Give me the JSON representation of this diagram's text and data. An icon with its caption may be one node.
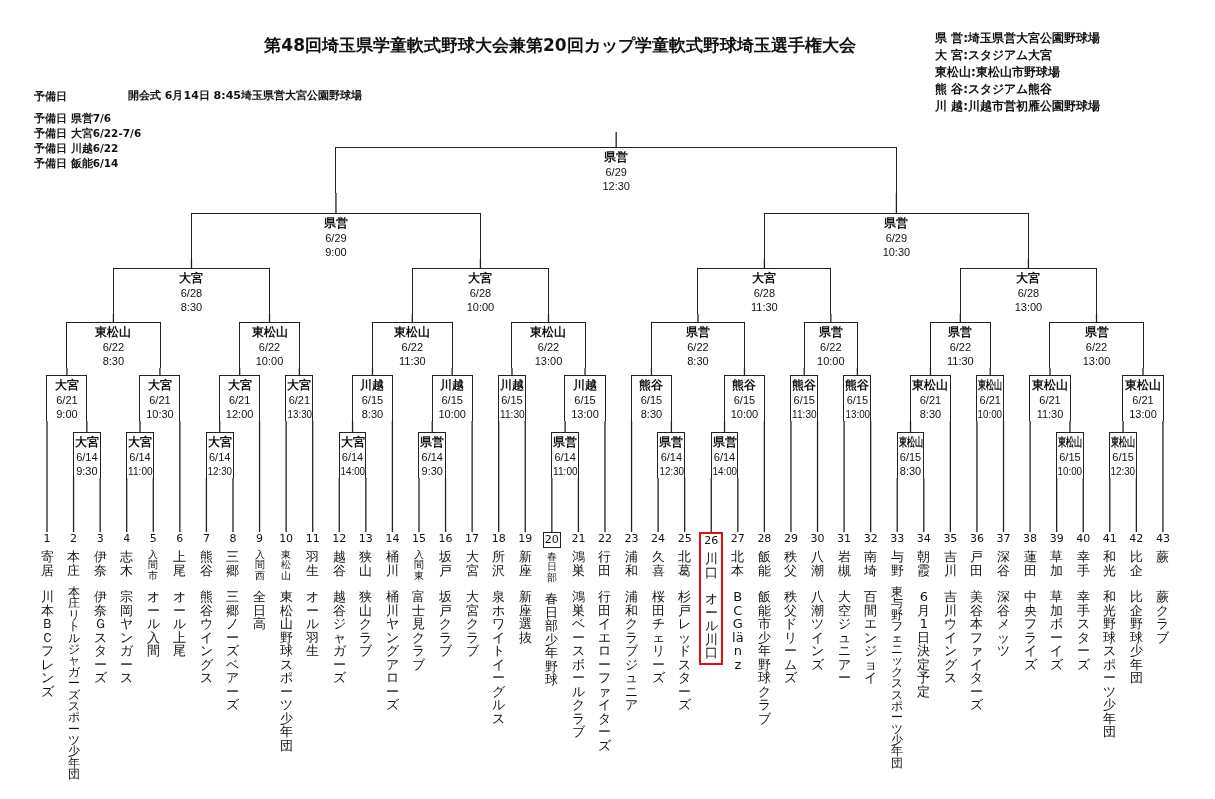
{
  "diagram": {
    "title": "第48回埼玉県学童軟式野球大会兼第20回カップ学童軟式野球埼玉選手権大会",
    "nodes": [
      {
        "text": [
          "県営",
          "6/29",
          "12:30"
        ]
      },
      {
        "text": [
          "県営",
          "6/29",
          "9:00"
        ]
      },
      {
        "text": [
          "県営",
          "6/29",
          "10:30"
        ]
      },
      {
        "text": [
          "大宮",
          "6/28",
          "8:30"
        ]
      },
      {
        "text": [
          "大宮",
          "6/28",
          "10:00"
        ]
      },
      {
        "text": [
          "大宮",
          "6/28",
          "11:30"
        ]
      },
      {
        "text": [
          "大宮",
          "6/28",
          "13:00"
        ]
      },
      {
        "text": [
          "東松山",
          "6/22",
          "8:30"
        ]
      },
      {
        "text": [
          "東松山",
          "6/22",
          "10:00"
        ]
      },
      {
        "text": [
          "東松山",
          "6/22",
          "11:30"
        ]
      },
      {
        "text": [
          "東松山",
          "6/22",
          "13:00"
        ]
      },
      {
        "text": [
          "県営",
          "6/22",
          "8:30"
        ]
      },
      {
        "text": [
          "県営",
          "6/22",
          "10:00"
        ]
      },
      {
        "text": [
          "県営",
          "6/22",
          "11:30"
        ]
      },
      {
        "text": [
          "県営",
          "6/22",
          "13:00"
        ]
      },
      {
        "text": [
          "大宮",
          "6/21",
          "9:00"
        ]
      },
      {
        "text": [
          "大宮",
          "6/21",
          "10:30"
        ]
      },
      {
        "text": [
          "大宮",
          "6/21",
          "12:00"
        ]
      },
      {
        "text": [
          "大宮",
          "6/21",
          "13:30"
        ]
      },
      {
        "text": [
          "川越",
          "6/15",
          "8:30"
        ]
      },
      {
        "text": [
          "川越",
          "6/15",
          "10:00"
        ]
      },
      {
        "text": [
          "川越",
          "6/15",
          "11:30"
        ]
      },
      {
        "text": [
          "川越",
          "6/15",
          "13:00"
        ]
      },
      {
        "text": [
          "熊谷",
          "6/15",
          "8:30"
        ]
      },
      {
        "text": [
          "熊谷",
          "6/15",
          "10:00"
        ]
      },
      {
        "text": [
          "熊谷",
          "6/15",
          "11:30"
        ]
      },
      {
        "text": [
          "熊谷",
          "6/15",
          "13:00"
        ]
      },
      {
        "text": [
          "東松山",
          "6/21",
          "8:30"
        ]
      },
      {
        "text": [
          "東松山",
          "6/21",
          "10:00"
        ]
      },
      {
        "text": [
          "東松山",
          "6/21",
          "11:30"
        ]
      },
      {
        "text": [
          "東松山",
          "6/21",
          "13:00"
        ]
      },
      {
        "text": [
          "大宮",
          "6/14",
          "9:30"
        ]
      },
      {
        "text": [
          "大宮",
          "6/14",
          "11:00"
        ]
      },
      {
        "text": [
          "大宮",
          "6/14",
          "12:30"
        ]
      },
      {
        "text": [
          "大宮",
          "6/14",
          "14:00"
        ]
      },
      {
        "text": [
          "県営",
          "6/14",
          "9:30"
        ]
      },
      {
        "text": [
          "県営",
          "6/14",
          "11:00"
        ]
      },
      {
        "text": [
          "県営",
          "6/14",
          "12:30"
        ]
      },
      {
        "text": [
          "県営",
          "6/14",
          "14:00"
        ]
      },
      {
        "text": [
          "東松山",
          "6/15",
          "8:30"
        ]
      },
      {
        "text": [
          "東松山",
          "6/15",
          "10:00"
        ]
      },
      {
        "text": [
          "東松山",
          "6/15",
          "12:30"
        ]
      },
      {
        "text": [
          "1",
          "寄居",
          "川本ＢＣフレンズ"
        ]
      },
      {
        "text": [
          "2",
          "本庄",
          "本庄リトルジャガーズスポーツ少年団"
        ]
      },
      {
        "text": [
          "3",
          "伊奈",
          "伊奈Ｇスターズ"
        ]
      },
      {
        "text": [
          "4",
          "志木",
          "宗岡ヤンガース"
        ]
      },
      {
        "text": [
          "5",
          "入間市",
          "オール入間"
        ]
      },
      {
        "text": [
          "6",
          "上尾",
          "オール上尾"
        ]
      },
      {
        "text": [
          "7",
          "熊谷",
          "熊谷ウイングス"
        ]
      },
      {
        "text": [
          "8",
          "三郷",
          "三郷ノーズベアーズ"
        ]
      },
      {
        "text": [
          "9",
          "入間西",
          "全日高"
        ]
      },
      {
        "text": [
          "10",
          "東松山",
          "東松山野球スポーツ少年団"
        ]
      },
      {
        "text": [
          "11",
          "羽生",
          "オール羽生"
        ]
      },
      {
        "text": [
          "12",
          "越谷",
          "越谷ジャガーズ"
        ]
      },
      {
        "text": [
          "13",
          "狭山",
          "狭山クラブ"
        ]
      },
      {
        "text": [
          "14",
          "桶川",
          "桶川ヤングアローズ"
        ]
      },
      {
        "text": [
          "15",
          "入間東",
          "富士見クラブ"
        ]
      },
      {
        "text": [
          "16",
          "坂戸",
          "坂戸クラブ"
        ]
      },
      {
        "text": [
          "17",
          "大宮",
          "大宮クラブ"
        ]
      },
      {
        "text": [
          "18",
          "所沢",
          "泉ホワイトイーグルス"
        ]
      },
      {
        "text": [
          "19",
          "新座",
          "新座選抜"
        ]
      },
      {
        "text": [
          "20",
          "春日部",
          "春日部少年野球"
        ]
      },
      {
        "text": [
          "21",
          "鴻巣",
          "鴻巣ベースボールクラブ"
        ]
      },
      {
        "text": [
          "22",
          "行田",
          "行田イエローファイターズ"
        ]
      },
      {
        "text": [
          "23",
          "浦和",
          "浦和クラブジュニア"
        ]
      },
      {
        "text": [
          "24",
          "久喜",
          "桜田チェリーズ"
        ]
      },
      {
        "text": [
          "25",
          "北葛",
          "杉戸レッドスターズ"
        ]
      },
      {
        "text": [
          "26",
          "川口",
          "オール川口"
        ]
      },
      {
        "text": [
          "27",
          "北本",
          "BC Glänz"
        ]
      },
      {
        "text": [
          "28",
          "飯能",
          "飯能市少年野球クラブ"
        ]
      },
      {
        "text": [
          "29",
          "秩父",
          "秩父ドリームズ"
        ]
      },
      {
        "text": [
          "30",
          "八潮",
          "八潮ツインズ"
        ]
      },
      {
        "text": [
          "31",
          "岩槻",
          "大空ジュニアー"
        ]
      },
      {
        "text": [
          "32",
          "南埼",
          "百間エンジョイ"
        ]
      },
      {
        "text": [
          "33",
          "与野",
          "東与野フェニックススポーツ少年団"
        ]
      },
      {
        "text": [
          "34",
          "朝霞",
          "6月1日決定予定"
        ]
      },
      {
        "text": [
          "35",
          "吉川",
          "吉川ウイングス"
        ]
      },
      {
        "text": [
          "36",
          "戸田",
          "美谷本ファイターズ"
        ]
      },
      {
        "text": [
          "37",
          "深谷",
          "深谷メッツ"
        ]
      },
      {
        "text": [
          "38",
          "蓮田",
          "中央フライズ"
        ]
      },
      {
        "text": [
          "39",
          "草加",
          "草加ボーイズ"
        ]
      },
      {
        "text": [
          "40",
          "幸手",
          "幸手スターズ"
        ]
      },
      {
        "text": [
          "41",
          "和光",
          "和光野球スポーツ少年団"
        ]
      },
      {
        "text": [
          "42",
          "比企",
          "比企野球少年団"
        ]
      },
      {
        "text": [
          "43",
          "蕨",
          "蕨クラブ"
        ]
      }
    ],
    "edges": [
      {
        "from": null,
        "to": 0,
        "arrow": "none"
      },
      {
        "from": 0,
        "to": 1,
        "arrow": "none"
      },
      {
        "from": 0,
        "to": 2,
        "arrow": "none"
      },
      {
        "from": 1,
        "to": 3,
        "arrow": "none"
      },
      {
        "from": 1,
        "to": 4,
        "arrow": "none"
      },
      {
        "from": 2,
        "to": 5,
        "arrow": "none"
      },
      {
        "from": 2,
        "to": 6,
        "arrow": "none"
      },
      {
        "from": 3,
        "to": 7,
        "arrow": "none"
      },
      {
        "from": 3,
        "to": 8,
        "arrow": "none"
      },
      {
        "from": 4,
        "to": 9,
        "arrow": "none"
      },
      {
        "from": 4,
        "to": 10,
        "arrow": "none"
      },
      {
        "from": 5,
        "to": 11,
        "arrow": "none"
      },
      {
        "from": 5,
        "to": 12,
        "arrow": "none"
      },
      {
        "from": 6,
        "to": 13,
        "arrow": "none"
      },
      {
        "from": 6,
        "to": 14,
        "arrow": "none"
      },
      {
        "from": 7,
        "to": 15,
        "arrow": "none"
      },
      {
        "from": 7,
        "to": 16,
        "arrow": "none"
      },
      {
        "from": 8,
        "to": 17,
        "arrow": "none"
      },
      {
        "from": 8,
        "to": 18,
        "arrow": "none"
      },
      {
        "from": 9,
        "to": 19,
        "arrow": "none"
      },
      {
        "from": 9,
        "to": 20,
        "arrow": "none"
      },
      {
        "from": 10,
        "to": 21,
        "arrow": "none"
      },
      {
        "from": 10,
        "to": 22,
        "arrow": "none"
      },
      {
        "from": 11,
        "to": 23,
        "arrow": "none"
      },
      {
        "from": 11,
        "to": 24,
        "arrow": "none"
      },
      {
        "from": 12,
        "to": 25,
        "arrow": "none"
      },
      {
        "from": 12,
        "to": 26,
        "arrow": "none"
      },
      {
        "from": 13,
        "to": 27,
        "arrow": "none"
      },
      {
        "from": 13,
        "to": 28,
        "arrow": "none"
      },
      {
        "from": 14,
        "to": 29,
        "arrow": "none"
      },
      {
        "from": 14,
        "to": 30,
        "arrow": "none"
      },
      {
        "from": 15,
        "to": 42,
        "arrow": "none"
      },
      {
        "from": 15,
        "to": 31,
        "arrow": "none"
      },
      {
        "from": 16,
        "to": 32,
        "arrow": "none"
      },
      {
        "from": 16,
        "to": 47,
        "arrow": "none"
      },
      {
        "from": 17,
        "to": 33,
        "arrow": "none"
      },
      {
        "from": 17,
        "to": 50,
        "arrow": "none"
      },
      {
        "from": 18,
        "to": 51,
        "arrow": "none"
      },
      {
        "from": 18,
        "to": 52,
        "arrow": "none"
      },
      {
        "from": 19,
        "to": 34,
        "arrow": "none"
      },
      {
        "from": 19,
        "to": 55,
        "arrow": "none"
      },
      {
        "from": 20,
        "to": 35,
        "arrow": "none"
      },
      {
        "from": 20,
        "to": 58,
        "arrow": "none"
      },
      {
        "from": 21,
        "to": 59,
        "arrow": "none"
      },
      {
        "from": 21,
        "to": 60,
        "arrow": "none"
      },
      {
        "from": 22,
        "to": 36,
        "arrow": "none"
      },
      {
        "from": 22,
        "to": 63,
        "arrow": "none"
      },
      {
        "from": 23,
        "to": 64,
        "arrow": "none"
      },
      {
        "from": 23,
        "to": 37,
        "arrow": "none"
      },
      {
        "from": 24,
        "to": 38,
        "arrow": "none"
      },
      {
        "from": 24,
        "to": 69,
        "arrow": "none"
      },
      {
        "from": 25,
        "to": 70,
        "arrow": "none"
      },
      {
        "from": 25,
        "to": 71,
        "arrow": "none"
      },
      {
        "from": 26,
        "to": 72,
        "arrow": "none"
      },
      {
        "from": 26,
        "to": 73,
        "arrow": "none"
      },
      {
        "from": 27,
        "to": 39,
        "arrow": "none"
      },
      {
        "from": 27,
        "to": 76,
        "arrow": "none"
      },
      {
        "from": 28,
        "to": 77,
        "arrow": "none"
      },
      {
        "from": 28,
        "to": 78,
        "arrow": "none"
      },
      {
        "from": 29,
        "to": 79,
        "arrow": "none"
      },
      {
        "from": 29,
        "to": 40,
        "arrow": "none"
      },
      {
        "from": 30,
        "to": 41,
        "arrow": "none"
      },
      {
        "from": 30,
        "to": 84,
        "arrow": "none"
      },
      {
        "from": 31,
        "to": 43,
        "arrow": "none"
      },
      {
        "from": 31,
        "to": 44,
        "arrow": "none"
      },
      {
        "from": 32,
        "to": 45,
        "arrow": "none"
      },
      {
        "from": 32,
        "to": 46,
        "arrow": "none"
      },
      {
        "from": 33,
        "to": 48,
        "arrow": "none"
      },
      {
        "from": 33,
        "to": 49,
        "arrow": "none"
      },
      {
        "from": 34,
        "to": 53,
        "arrow": "none"
      },
      {
        "from": 34,
        "to": 54,
        "arrow": "none"
      },
      {
        "from": 35,
        "to": 56,
        "arrow": "none"
      },
      {
        "from": 35,
        "to": 57,
        "arrow": "none"
      },
      {
        "from": 36,
        "to": 61,
        "arrow": "none"
      },
      {
        "from": 36,
        "to": 62,
        "arrow": "none"
      },
      {
        "from": 37,
        "to": 65,
        "arrow": "none"
      },
      {
        "from": 37,
        "to": 66,
        "arrow": "none"
      },
      {
        "from": 38,
        "to": 67,
        "arrow": "none"
      },
      {
        "from": 38,
        "to": 68,
        "arrow": "none"
      },
      {
        "from": 39,
        "to": 74,
        "arrow": "none"
      },
      {
        "from": 39,
        "to": 75,
        "arrow": "none"
      },
      {
        "from": 40,
        "to": 80,
        "arrow": "none"
      },
      {
        "from": 40,
        "to": 81,
        "arrow": "none"
      },
      {
        "from": 41,
        "to": 82,
        "arrow": "none"
      },
      {
        "from": 41,
        "to": 83,
        "arrow": "none"
      }
    ],
    "labels": [
      "予備日",
      "開会式 6月14日 8:45埼玉県営大宮公園野球場",
      "予備日 県営7/6",
      "予備日 大宮6/22-7/6",
      "予備日 川越6/22",
      "予備日 飯能6/14",
      "県 営:埼玉県営大宮公園野球場",
      "大 宮:スタジアム大宮",
      "東松山:東松山市野球場",
      "熊 谷:スタジアム熊谷",
      "川 越:川越市営初雁公園野球場"
    ]
  }
}
